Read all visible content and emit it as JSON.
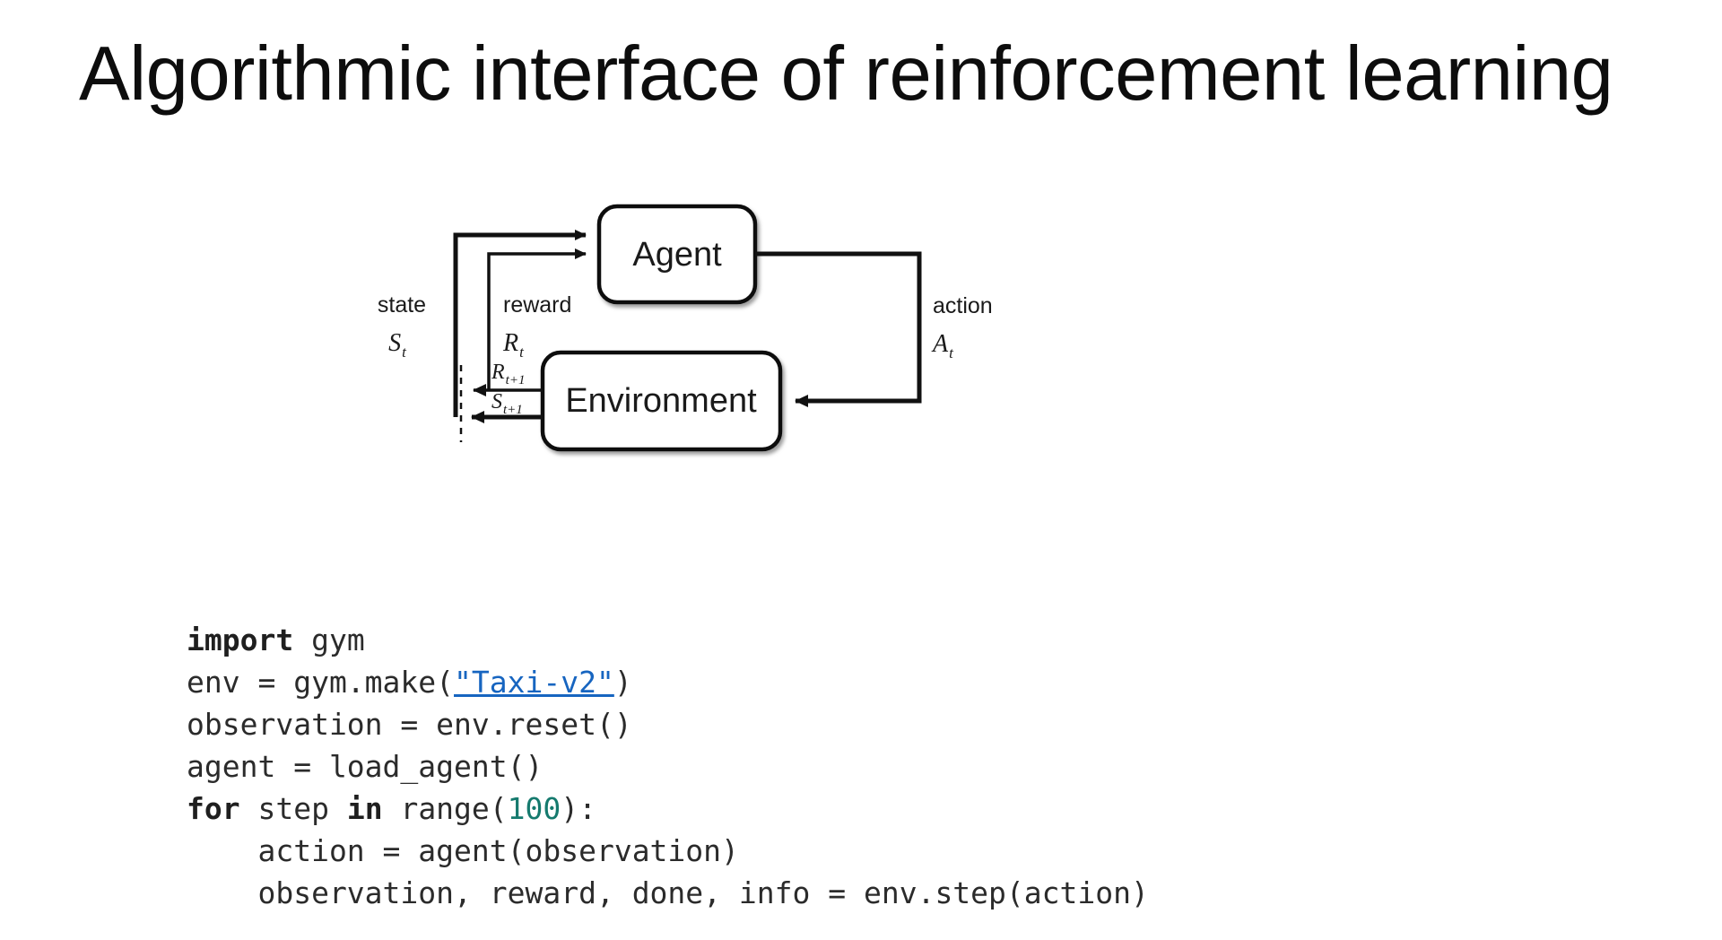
{
  "slide": {
    "title": "Algorithmic interface of reinforcement learning"
  },
  "diagram": {
    "name": "agent-environment-interaction-loop",
    "nodes": {
      "agent": "Agent",
      "environment": "Environment"
    },
    "edge_labels": {
      "state_word": "state",
      "state_symbol": "S",
      "state_subscript": "t",
      "reward_word": "reward",
      "reward_symbol": "R",
      "reward_subscript": "t",
      "action_word": "action",
      "action_symbol": "A",
      "action_subscript": "t",
      "next_reward_symbol": "R",
      "next_reward_subscript": "t+1",
      "next_state_symbol": "S",
      "next_state_subscript": "t+1"
    }
  },
  "code": {
    "language": "python",
    "lines": [
      {
        "id": "line-1",
        "text": "import gym",
        "tokens": [
          {
            "t": "import",
            "k": "kw"
          },
          {
            "t": " gym",
            "k": "plain"
          }
        ]
      },
      {
        "id": "line-2",
        "text": "env = gym.make(\"Taxi-v2\")",
        "tokens": [
          {
            "t": "env = gym.make(",
            "k": "plain"
          },
          {
            "t": "\"Taxi-v2\"",
            "k": "link"
          },
          {
            "t": ")",
            "k": "plain"
          }
        ]
      },
      {
        "id": "line-3",
        "text": "observation = env.reset()",
        "tokens": [
          {
            "t": "observation = env.reset()",
            "k": "plain"
          }
        ]
      },
      {
        "id": "line-4",
        "text": "agent = load_agent()",
        "tokens": [
          {
            "t": "agent = load_agent()",
            "k": "plain"
          }
        ]
      },
      {
        "id": "line-5",
        "text": "for step in range(100):",
        "tokens": [
          {
            "t": "for",
            "k": "kw"
          },
          {
            "t": " step ",
            "k": "plain"
          },
          {
            "t": "in",
            "k": "kw"
          },
          {
            "t": " range(",
            "k": "plain"
          },
          {
            "t": "100",
            "k": "num"
          },
          {
            "t": "):",
            "k": "plain"
          }
        ]
      },
      {
        "id": "line-6",
        "text": "    action = agent(observation)",
        "tokens": [
          {
            "t": "    action = agent(observation)",
            "k": "plain"
          }
        ]
      },
      {
        "id": "line-7",
        "text": "    observation, reward, done, info = env.step(action)",
        "tokens": [
          {
            "t": "    observation, reward, done, info = env.step(action)",
            "k": "plain"
          }
        ]
      }
    ]
  },
  "colors": {
    "background": "#ffffff",
    "text": "#0d0d0d",
    "code_text": "#2b2b2b",
    "keyword": "#1f1f1f",
    "number": "#157a6e",
    "link": "#1765c0",
    "diagram_stroke": "#111111"
  }
}
